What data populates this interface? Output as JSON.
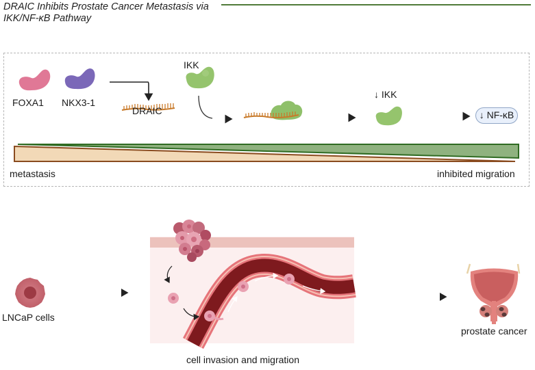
{
  "title": {
    "line1": "DRAIC Inhibits Prostate Cancer Metastasis via",
    "line2": "IKK/NF-κB Pathway"
  },
  "colors": {
    "title_rule": "#4f7a38",
    "foxa1": "#e07896",
    "nkx3_1": "#7b68b8",
    "ikk": "#95c46d",
    "rna": "#c87a2a",
    "gradient_green": "#8fb27f",
    "gradient_green_stroke": "#2f6b22",
    "gradient_tan": "#f2d9b7",
    "gradient_tan_stroke": "#8a4b1f",
    "nfkb_pill_fill": "#e9f0fb",
    "nfkb_pill_stroke": "#8fa5c6",
    "vessel": "#7e1a1e",
    "vessel_wall": "#e6747a",
    "tissue": "#fcefef",
    "tissue_band": "#ecc2bc",
    "cell": "#c86870",
    "prostate": "#c95f5f"
  },
  "mechanism": {
    "proteins": [
      {
        "id": "foxa1",
        "label": "FOXA1"
      },
      {
        "id": "nkx3_1",
        "label": "NKX3-1"
      }
    ],
    "draic_label": "DRAIC",
    "ikk_label": "IKK",
    "reduced_ikk_label": "↓ IKK",
    "nfkb_label": "↓ NF-κB",
    "gradient": {
      "left_label": "metastasis",
      "right_label": "inhibited migration"
    }
  },
  "process": {
    "source_label": "LNCaP cells",
    "middle_label": "cell invasion and migration",
    "destination_label": "prostate cancer"
  }
}
